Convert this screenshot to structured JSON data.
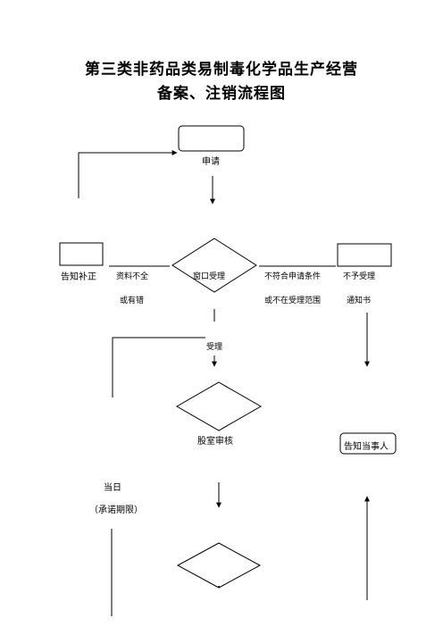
{
  "title": {
    "line1": "第三类非药品类易制毒化学品生产经营",
    "line2": "备案、注销流程图"
  },
  "nodes": {
    "apply": "申请",
    "window_accept": "窗口受理",
    "notify_correction": "告知补正",
    "reject_notice_line1": "不予受理",
    "reject_notice_line2": "通知书",
    "accepted": "受理",
    "section_review": "股室审核",
    "notify_party": "告知当事人",
    "same_day": "当日",
    "promised_period": "（承诺期限）"
  },
  "edges": {
    "incomplete_line1": "资料不全",
    "incomplete_line2": "或有错",
    "not_eligible_line1": "不符合申请条件",
    "not_eligible_line2": "或不在受理范围"
  },
  "colors": {
    "stroke": "#000000",
    "background": "#ffffff"
  }
}
